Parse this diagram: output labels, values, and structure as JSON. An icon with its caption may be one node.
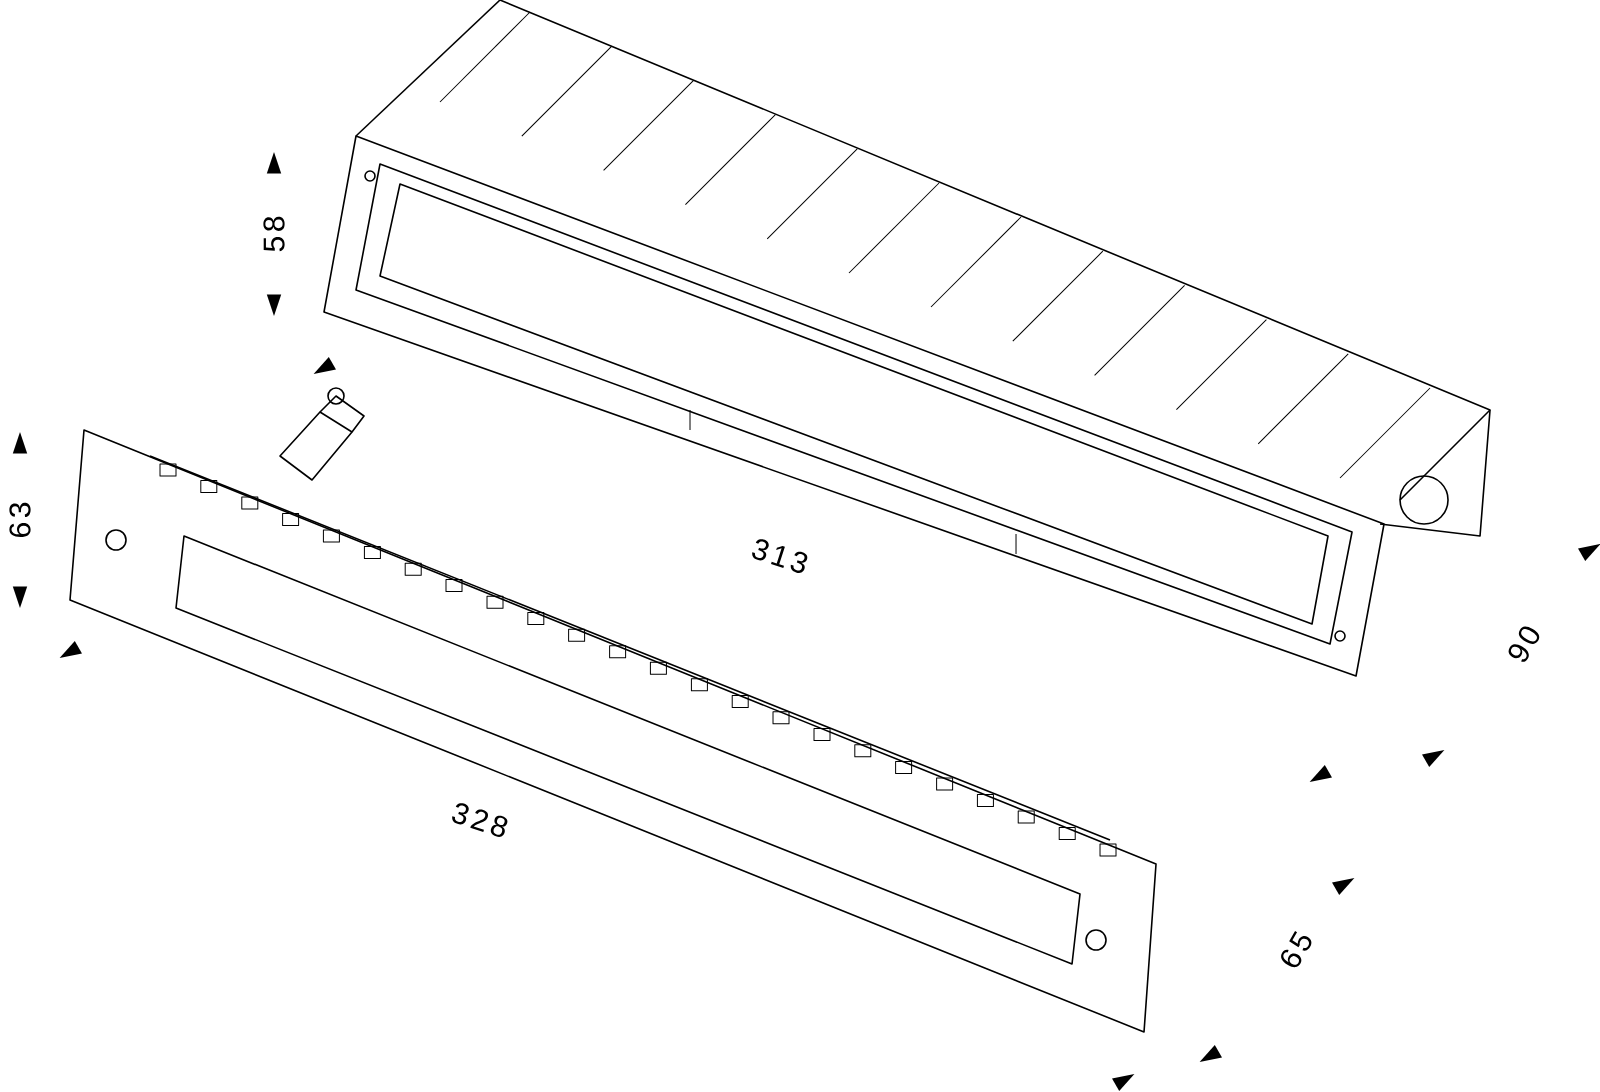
{
  "diagram": {
    "labels": [
      "58",
      "63",
      "313",
      "90",
      "328",
      "65"
    ]
  }
}
